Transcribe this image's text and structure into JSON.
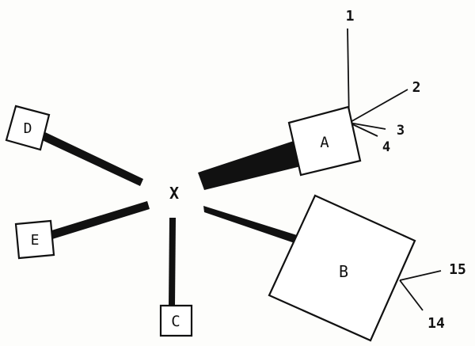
{
  "diagram": {
    "center_label": "X",
    "nodes": {
      "A": "A",
      "B": "B",
      "C": "C",
      "D": "D",
      "E": "E"
    },
    "ray_labels": {
      "r1": "1",
      "r2": "2",
      "r3": "3",
      "r4": "4",
      "r14": "14",
      "r15": "15"
    }
  }
}
